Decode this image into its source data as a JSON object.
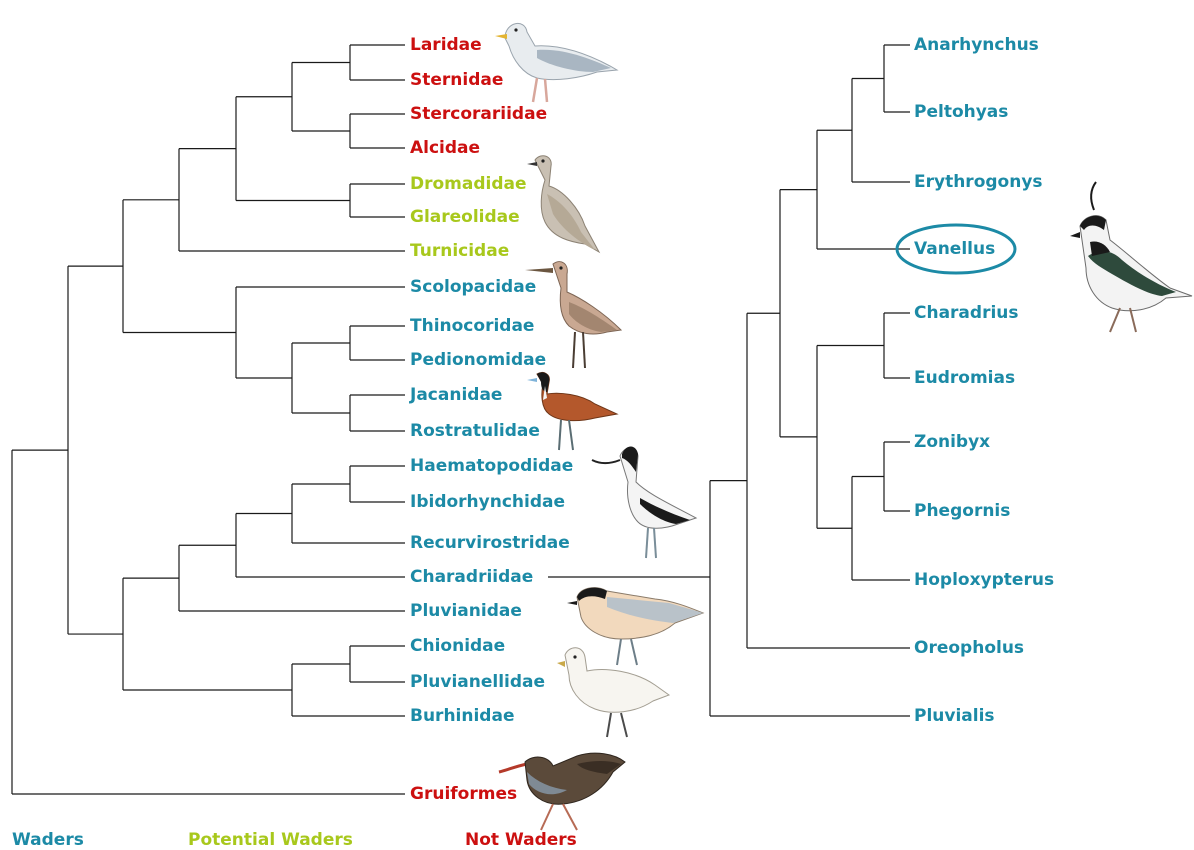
{
  "colors": {
    "waders": "#1c8aa6",
    "potential_waders": "#a8c81c",
    "not_waders": "#cc1010",
    "highlight": "#1c8aa6"
  },
  "left_tree": {
    "taxa": [
      {
        "id": "laridae",
        "label": "Laridae",
        "group": "not_waders"
      },
      {
        "id": "sternidae",
        "label": "Sternidae",
        "group": "not_waders"
      },
      {
        "id": "stercorariidae",
        "label": "Stercorariidae",
        "group": "not_waders"
      },
      {
        "id": "alcidae",
        "label": "Alcidae",
        "group": "not_waders"
      },
      {
        "id": "dromadidae",
        "label": "Dromadidae",
        "group": "potential_waders"
      },
      {
        "id": "glareolidae",
        "label": "Glareolidae",
        "group": "potential_waders"
      },
      {
        "id": "turnicidae",
        "label": "Turnicidae",
        "group": "potential_waders"
      },
      {
        "id": "scolopacidae",
        "label": "Scolopacidae",
        "group": "waders"
      },
      {
        "id": "thinocoridae",
        "label": "Thinocoridae",
        "group": "waders"
      },
      {
        "id": "pedionomidae",
        "label": "Pedionomidae",
        "group": "waders"
      },
      {
        "id": "jacanidae",
        "label": "Jacanidae",
        "group": "waders"
      },
      {
        "id": "rostratulidae",
        "label": "Rostratulidae",
        "group": "waders"
      },
      {
        "id": "haematopodidae",
        "label": "Haematopodidae",
        "group": "waders"
      },
      {
        "id": "ibidorhynchidae",
        "label": "Ibidorhynchidae",
        "group": "waders"
      },
      {
        "id": "recurvirostridae",
        "label": "Recurvirostridae",
        "group": "waders"
      },
      {
        "id": "charadriidae",
        "label": "Charadriidae",
        "group": "waders"
      },
      {
        "id": "pluvianidae",
        "label": "Pluvianidae",
        "group": "waders"
      },
      {
        "id": "chionidae",
        "label": "Chionidae",
        "group": "waders"
      },
      {
        "id": "pluvianellidae",
        "label": "Pluvianellidae",
        "group": "waders"
      },
      {
        "id": "burhinidae",
        "label": "Burhinidae",
        "group": "waders"
      },
      {
        "id": "gruiformes",
        "label": "Gruiformes",
        "group": "not_waders"
      }
    ]
  },
  "right_tree": {
    "taxa": [
      {
        "id": "anarhynchus",
        "label": "Anarhynchus",
        "group": "waders"
      },
      {
        "id": "peltohyas",
        "label": "Peltohyas",
        "group": "waders"
      },
      {
        "id": "erythrogonys",
        "label": "Erythrogonys",
        "group": "waders"
      },
      {
        "id": "vanellus",
        "label": "Vanellus",
        "group": "waders",
        "highlighted": true
      },
      {
        "id": "charadrius",
        "label": "Charadrius",
        "group": "waders"
      },
      {
        "id": "eudromias",
        "label": "Eudromias",
        "group": "waders"
      },
      {
        "id": "zonibyx",
        "label": "Zonibyx",
        "group": "waders"
      },
      {
        "id": "phegornis",
        "label": "Phegornis",
        "group": "waders"
      },
      {
        "id": "hoploxypterus",
        "label": "Hoploxypterus",
        "group": "waders"
      },
      {
        "id": "oreopholus",
        "label": "Oreopholus",
        "group": "waders"
      },
      {
        "id": "pluvialis",
        "label": "Pluvialis",
        "group": "waders"
      }
    ]
  },
  "legend": [
    {
      "label": "Waders",
      "group": "waders"
    },
    {
      "label": "Potential Waders",
      "group": "potential_waders"
    },
    {
      "label": "Not Waders",
      "group": "not_waders"
    }
  ]
}
